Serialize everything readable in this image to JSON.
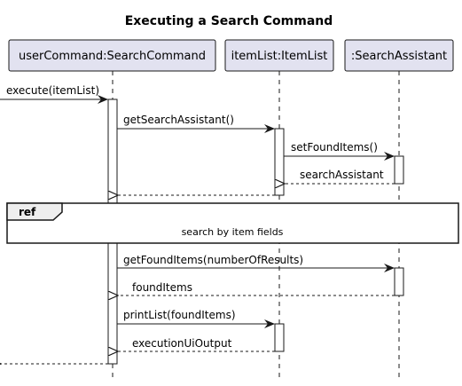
{
  "diagram": {
    "title": "Executing a Search Command",
    "participants": {
      "user_command": "userCommand:SearchCommand",
      "item_list": "itemList:ItemList",
      "search_assistant": ":SearchAssistant"
    },
    "messages": {
      "execute": "execute(itemList)",
      "get_search_assistant": "getSearchAssistant()",
      "set_found_items": "setFoundItems()",
      "search_assistant_return": "searchAssistant",
      "get_found_items": "getFoundItems(numberOfResults)",
      "found_items_return": "foundItems",
      "print_list": "printList(foundItems)",
      "execution_ui_output_return": "executionUiOutput"
    },
    "ref_fragment": {
      "tag": "ref",
      "body": "search by item fields"
    },
    "colors": {
      "participant_fill": "#E2E2F0",
      "participant_border": "#181818",
      "line": "#181818",
      "background": "#FFFFFF"
    }
  }
}
